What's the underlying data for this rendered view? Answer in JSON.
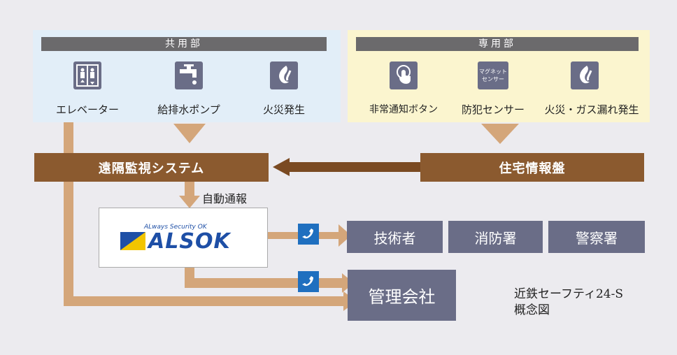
{
  "common": {
    "header": "共用部",
    "items": [
      {
        "label": "エレベーター",
        "icon": "elevator-icon"
      },
      {
        "label": "給排水ポンプ",
        "icon": "faucet-icon"
      },
      {
        "label": "火災発生",
        "icon": "fire-icon"
      }
    ]
  },
  "private": {
    "header": "専用部",
    "items": [
      {
        "label": "非常通知ボタン",
        "icon": "push-button-icon"
      },
      {
        "label": "防犯センサー",
        "icon": "magnet-sensor-icon",
        "icon_text": "マグネット\nセンサー"
      },
      {
        "label": "火災・ガス漏れ発生",
        "icon": "fire-gas-icon"
      }
    ]
  },
  "monitor_label": "遠隔監視システム",
  "panel_label": "住宅情報盤",
  "auto_report_label": "自動通報",
  "alsok": {
    "tagline": "ALways Security OK",
    "logo_text": "ALSOK"
  },
  "destinations": {
    "engineer": "技術者",
    "fire": "消防署",
    "police": "警察署",
    "management": "管理会社"
  },
  "caption": {
    "line1": "近鉄セーフティ24-S",
    "line2": "概念図"
  },
  "colors": {
    "brown": "#8b5a2f",
    "tan": "#d4a67a",
    "slate": "#6a6d87",
    "blue_panel": "#e2eef8",
    "yellow_panel": "#fbf5cf",
    "phone_blue": "#1f6fbf",
    "alsok_blue": "#1e4fa6",
    "alsok_yellow": "#f2c500"
  }
}
